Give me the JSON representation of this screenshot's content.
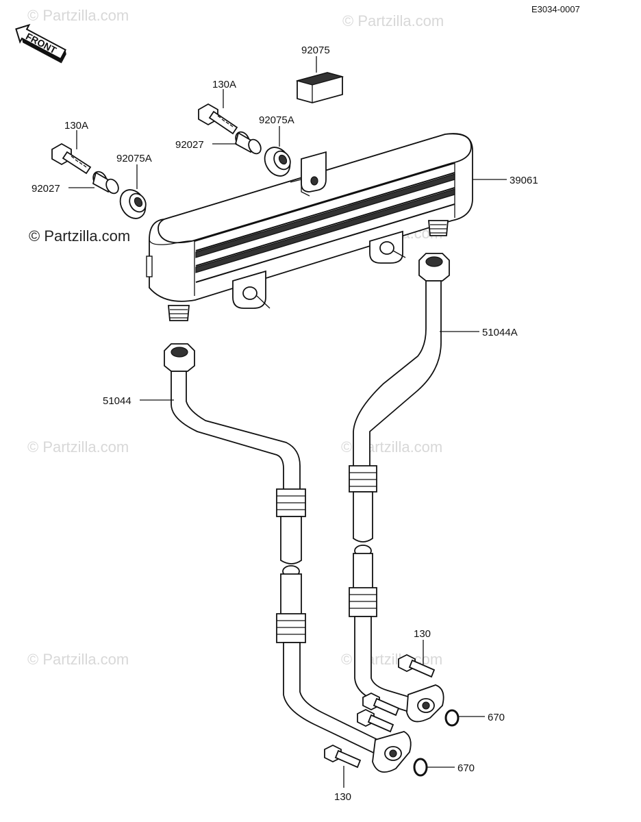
{
  "diagram": {
    "code": "E3034-0007",
    "front_label": "FRONT",
    "watermarks": [
      "© Partzilla.com",
      "© Partzilla.com",
      "© Partzilla.com",
      "© Partzilla.com",
      "© Partzilla.com",
      "© Partzilla.com",
      "© Partzilla.com"
    ],
    "watermark_main": "© Partzilla.com",
    "callouts": {
      "pad": "92075",
      "bolt_right": "130A",
      "bolt_left": "130A",
      "grommet_right": "92075A",
      "grommet_left": "92075A",
      "collar_right": "92027",
      "collar_left": "92027",
      "cooler": "39061",
      "pipe_right": "51044A",
      "pipe_left": "51044",
      "bolt_bottom_right": "130",
      "bolt_bottom_left": "130",
      "oring_right": "670",
      "oring_left": "670"
    }
  }
}
